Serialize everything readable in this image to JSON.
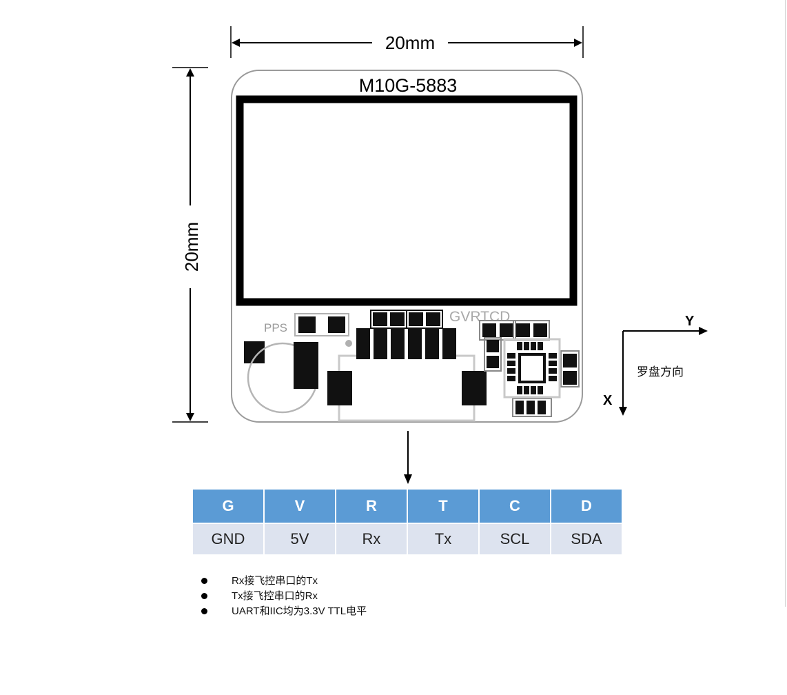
{
  "dimensions": {
    "width_label": "20mm",
    "height_label": "20mm"
  },
  "module": {
    "name": "M10G-5883",
    "pps_label": "PPS",
    "pin_order_label": "GVRTCD"
  },
  "axes": {
    "x_label": "X",
    "y_label": "Y",
    "compass_label": "罗盘方向"
  },
  "pin_table": {
    "headers": [
      "G",
      "V",
      "R",
      "T",
      "C",
      "D"
    ],
    "values": [
      "GND",
      "5V",
      "Rx",
      "Tx",
      "SCL",
      "SDA"
    ],
    "header_color": "#5b9bd5",
    "row_color": "#dde3ef"
  },
  "notes": [
    "Rx接飞控串口的Tx",
    "Tx接飞控串口的Rx",
    "UART和IIC均为3.3V TTL电平"
  ]
}
